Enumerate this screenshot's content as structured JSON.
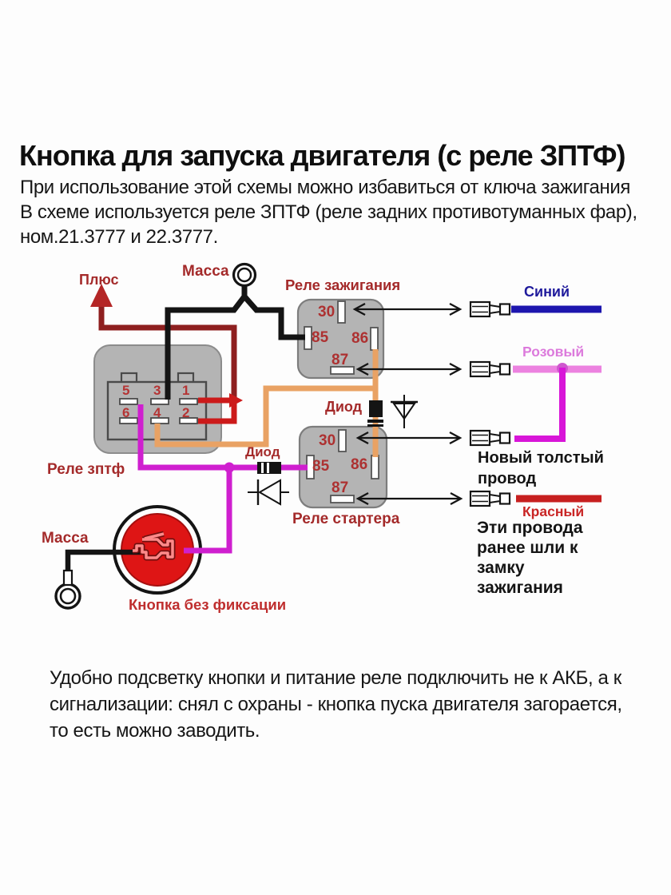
{
  "page": {
    "title": "Кнопка для запуска двигателя (с реле ЗПТФ)",
    "intro_lines": [
      "При использование этой схемы можно избавиться от ключа зажигания",
      "В схеме используется реле ЗПТФ (реле задних противотуманных фар),",
      "ном.21.3777 и 22.3777."
    ],
    "footer_lines": [
      "Удобно подсветку кнопки и питание реле подключить не к АКБ, а к",
      "сигнализации: снял с охраны - кнопка пуска двигателя загорается,",
      "то есть можно заводить."
    ]
  },
  "diagram": {
    "labels": {
      "plus": "Плюс",
      "massa_top": "Масса",
      "ignition_relay": "Реле зажигания",
      "blue_wire": "Синий",
      "pink_wire": "Розовый",
      "diode_top": "Диод",
      "diode_left": "Диод",
      "zptf_relay": "Реле зптф",
      "starter_relay": "Реле стартера",
      "new_wire_line1": "Новый толстый",
      "new_wire_line2": "провод",
      "red_wire": "Красный",
      "old_wires_line1": "Эти провода",
      "old_wires_line2": "ранее шли к",
      "old_wires_line3": "замку",
      "old_wires_line4": "зажигания",
      "massa_bottom": "Масса",
      "button": "Кнопка без фиксации"
    },
    "ignition_relay_pins": {
      "pin30": "30",
      "pin85": "85",
      "pin86": "86",
      "pin87": "87"
    },
    "starter_relay_pins": {
      "pin30": "30",
      "pin85": "85",
      "pin86": "86",
      "pin87": "87"
    },
    "zptf_pins": {
      "pin5": "5",
      "pin3": "3",
      "pin1": "1",
      "pin6": "6",
      "pin4": "4",
      "pin2": "2"
    },
    "wire_colors": {
      "plus_dark_red": "#8E1F1F",
      "bright_red": "#CC1A1A",
      "black": "#141414",
      "orange": "#E9A264",
      "magenta": "#CF1FCF",
      "pink": "#EC82E0",
      "blue": "#1D16AE",
      "red_wire": "#C71F1F",
      "relay_gray": "#B4B4B4",
      "button_red": "#DE1515"
    }
  }
}
